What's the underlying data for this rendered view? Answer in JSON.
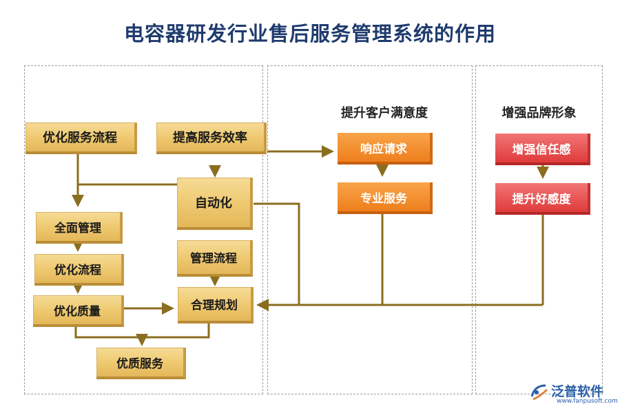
{
  "title": "电容器研发行业售后服务管理系统的作用",
  "sections": {
    "customer": "提升客户满意度",
    "brand": "增强品牌形象"
  },
  "nodes": {
    "optimize_service_process": "优化服务流程",
    "improve_service_efficiency": "提高服务效率",
    "automation": "自动化",
    "full_management": "全面管理",
    "optimize_process": "优化流程",
    "optimize_quality": "优化质量",
    "quality_service": "优质服务",
    "management_process": "管理流程",
    "reasonable_planning": "合理规划",
    "respond_request": "响应请求",
    "professional_service": "专业服务",
    "enhance_trust": "增强信任感",
    "improve_favorability": "提升好感度"
  },
  "watermark": {
    "brand_name": "泛普软件",
    "url": "www.fanpusoft.com"
  },
  "colors": {
    "title": "#1f3b6e",
    "connector": "#8a6d1f",
    "gold_box": "#eec86f",
    "orange_box": "#ee7f1c",
    "red_box": "#df3b3b",
    "brand": "#2a5fa8"
  }
}
